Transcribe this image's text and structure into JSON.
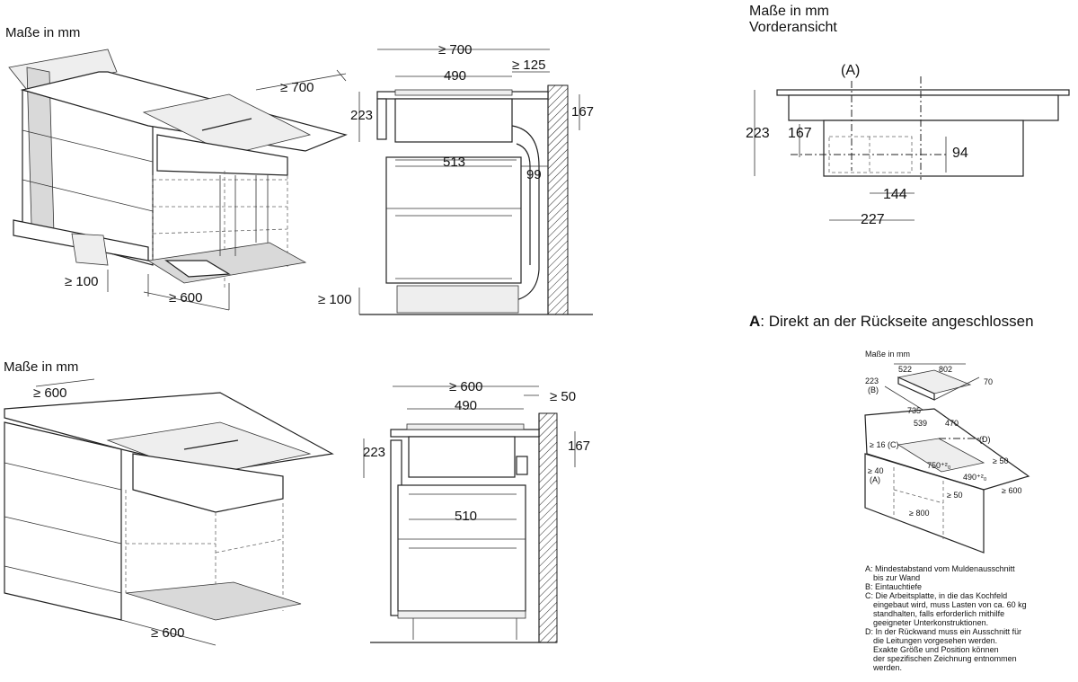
{
  "panels": {
    "top_left": {
      "title": "Maße in mm",
      "dims": [
        "≥ 700",
        "≥ 100",
        "≥ 600"
      ]
    },
    "top_middle": {
      "dims": [
        "≥ 700",
        "490",
        "≥ 125",
        "223",
        "167",
        "513",
        "99",
        "≥ 100"
      ]
    },
    "bottom_left": {
      "title": "Maße in mm",
      "dims": [
        "≥ 600",
        "≥ 600"
      ]
    },
    "bottom_middle": {
      "dims": [
        "≥ 600",
        "490",
        "≥ 50",
        "223",
        "167",
        "510"
      ]
    },
    "front_view": {
      "title_line1": "Maße in mm",
      "title_line2": "Vorderansicht",
      "marker": "(A)",
      "dims": [
        "223",
        "167",
        "94",
        "144",
        "227"
      ],
      "caption_prefix": "A",
      "caption_text": ": Direkt an der Rückseite angeschlossen"
    },
    "small_drawing": {
      "title": "Maße in mm",
      "labels": [
        "522",
        "802",
        "223",
        "(B)",
        "70",
        "735",
        "539",
        "470",
        "(D)",
        "≥ 16 (C)",
        "750⁺²₀",
        "490⁺²₀",
        "≥ 50",
        "≥ 40",
        "(A)",
        "≥ 50",
        "≥ 600",
        "≥ 800"
      ],
      "legend": [
        "A: Mindestabstand vom Muldenausschnitt",
        "bis zur Wand",
        "B: Eintauchtiefe",
        "C: Die Arbeitsplatte, in die das Kochfeld",
        "eingebaut wird, muss Lasten von ca. 60 kg",
        "standhalten, falls erforderlich mithilfe",
        "geeigneter Unterkonstruktionen.",
        "D: In der Rückwand muss ein Ausschnitt für",
        "die Leitungen vorgesehen werden.",
        "Exakte Größe und Position können",
        "der spezifischen Zeichnung entnommen",
        "werden."
      ]
    }
  }
}
